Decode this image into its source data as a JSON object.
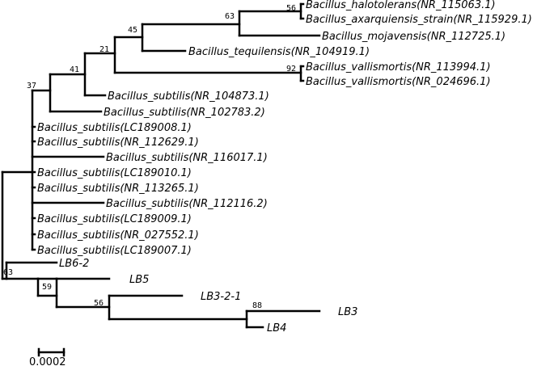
{
  "tree": {
    "taxa": {
      "halotolerans": "Bacillus_halotolerans(NR_115063.1)",
      "axarquiensis": "Bacillus_axarquiensis_strain(NR_115929.1)",
      "mojavensis": "Bacillus_mojavensis(NR_112725.1)",
      "tequilensis": "Bacillus_tequilensis(NR_104919.1)",
      "vallismortis_113994": "Bacillus_vallismortis(NR_113994.1)",
      "vallismortis_024696": "Bacillus_vallismortis(NR_024696.1)",
      "subtilis_104873": "Bacillus_subtilis(NR_104873.1)",
      "subtilis_102783": "Bacillus_subtilis(NR_102783.2)",
      "subtilis_LC189008": "Bacillus_subtilis(LC189008.1)",
      "subtilis_112629": "Bacillus_subtilis(NR_112629.1)",
      "subtilis_116017": "Bacillus_subtilis(NR_116017.1)",
      "subtilis_LC189010": "Bacillus_subtilis(LC189010.1)",
      "subtilis_113265": "Bacillus_subtilis(NR_113265.1)",
      "subtilis_112116": "Bacillus_subtilis(NR_112116.2)",
      "subtilis_LC189009": "Bacillus_subtilis(LC189009.1)",
      "subtilis_027552": "Bacillus_subtilis(NR_027552.1)",
      "subtilis_LC189007": "Bacillus_subtilis(LC189007.1)",
      "LB6_2": "LB6-2",
      "LB5": "LB5",
      "LB3_2_1": "LB3-2-1",
      "LB3": "LB3",
      "LB4": "LB4"
    },
    "support": {
      "halotolerans_axarquiensis": "56",
      "mojavensis_clade": "63",
      "tequilensis_clade": "45",
      "vallismortis_pair": "92",
      "upper_clade": "21",
      "subtilis_104873_clade": "41",
      "bacillus_clade": "37",
      "lb_clade": "63",
      "lb5_clade": "59",
      "lb3_clade": "56",
      "lb3_lb4_pair": "88"
    },
    "scale_bar": {
      "label": "0.0002"
    }
  }
}
